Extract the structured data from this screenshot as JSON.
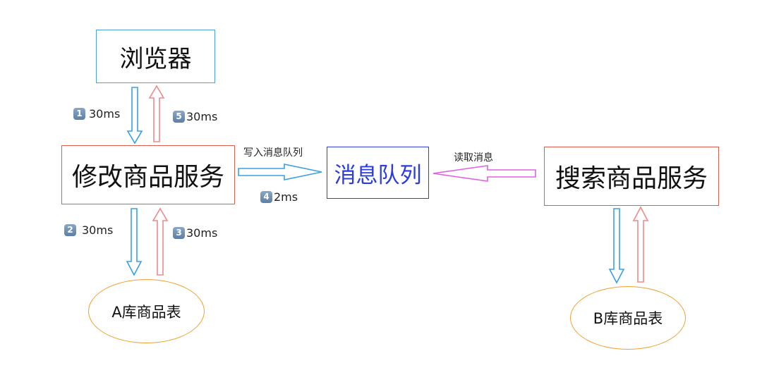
{
  "nodes": {
    "browser": "浏览器",
    "modify_service": "修改商品服务",
    "message_queue": "消息队列",
    "search_service": "搜索商品服务",
    "db_a": "A库商品表",
    "db_b": "B库商品表"
  },
  "edges": {
    "step1": {
      "num": "1",
      "text": "30ms"
    },
    "step2": {
      "num": "2",
      "text": "30ms"
    },
    "step3": {
      "num": "3",
      "text": "30ms"
    },
    "step4": {
      "num": "4",
      "text": "2ms"
    },
    "step5": {
      "num": "5",
      "text": "30ms"
    },
    "write_label": "写入消息队列",
    "read_label": "读取消息"
  },
  "colors": {
    "blue_arrow": "#3aa0e6",
    "pink_arrow": "#ef8a8a",
    "magenta_arrow": "#e060e0",
    "service_border": "#e05a4e",
    "browser_border": "#4aa3df",
    "queue_border": "#2f3fd6",
    "db_border": "#f0a030"
  }
}
